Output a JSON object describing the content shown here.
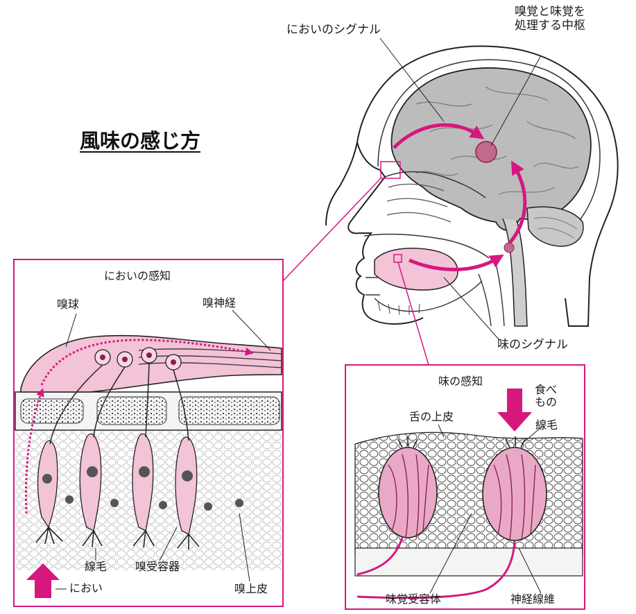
{
  "title": "風味の感じ方",
  "labels": {
    "smell_signal": "においのシグナル",
    "center": "嗅覚と味覚を\n処理する中枢",
    "taste_signal": "味のシグナル"
  },
  "smell_box": {
    "title": "においの感知",
    "olfactory_bulb": "嗅球",
    "olfactory_nerve": "嗅神経",
    "cilia": "線毛",
    "receptor": "嗅受容器",
    "odor": "におい",
    "epithelium": "嗅上皮"
  },
  "taste_box": {
    "title": "味の感知",
    "tongue_epithelium": "舌の上皮",
    "food": "食べ\nもの",
    "cilia": "線毛",
    "receptor": "味覚受容体",
    "nerve_fiber": "神経線維"
  },
  "colors": {
    "accent": "#d6177e",
    "pink_fill": "#f3c3d8",
    "brain_gray": "#bcbcbc",
    "line": "#222222"
  }
}
